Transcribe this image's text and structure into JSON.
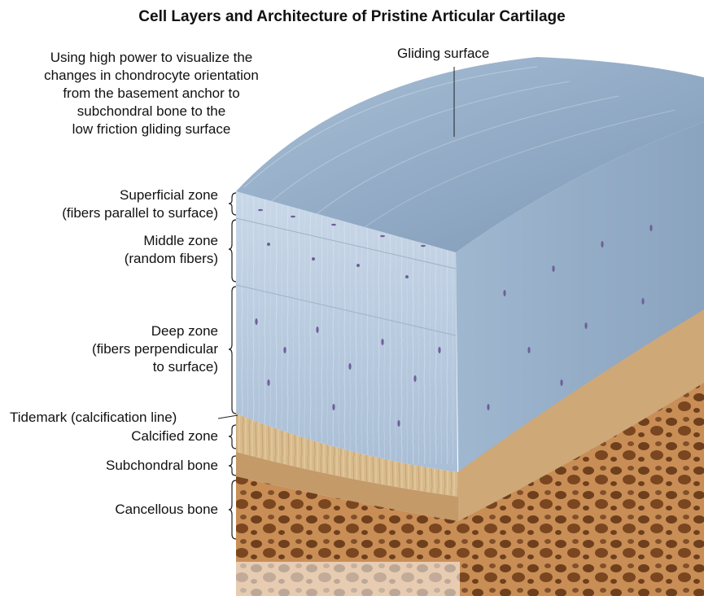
{
  "title": "Cell Layers and Architecture of Pristine Articular Cartilage",
  "intro_lines": [
    "Using high power to visualize the",
    "changes in chondrocyte orientation",
    "from the basement anchor to",
    "subchondral bone to the",
    "low friction gliding surface"
  ],
  "gliding_surface": "Gliding surface",
  "zones": {
    "superficial": [
      "Superficial zone",
      "(fibers parallel to surface)"
    ],
    "middle": [
      "Middle zone",
      "(random fibers)"
    ],
    "deep": [
      "Deep zone",
      "(fibers perpendicular",
      "to surface)"
    ],
    "tidemark": "Tidemark (calcification line)",
    "calcified": "Calcified zone",
    "subchondral": "Subchondral bone",
    "cancellous": "Cancellous bone"
  },
  "colors": {
    "cartilage_top": "#8fa9c4",
    "cartilage_front": "#b9cde0",
    "cartilage_side": "#a3bcd4",
    "calcified": "#d6b98a",
    "subchondral": "#c8a373",
    "cancellous": "#c98e56",
    "cells": "#6f5f9a",
    "bracket": "#222222"
  }
}
